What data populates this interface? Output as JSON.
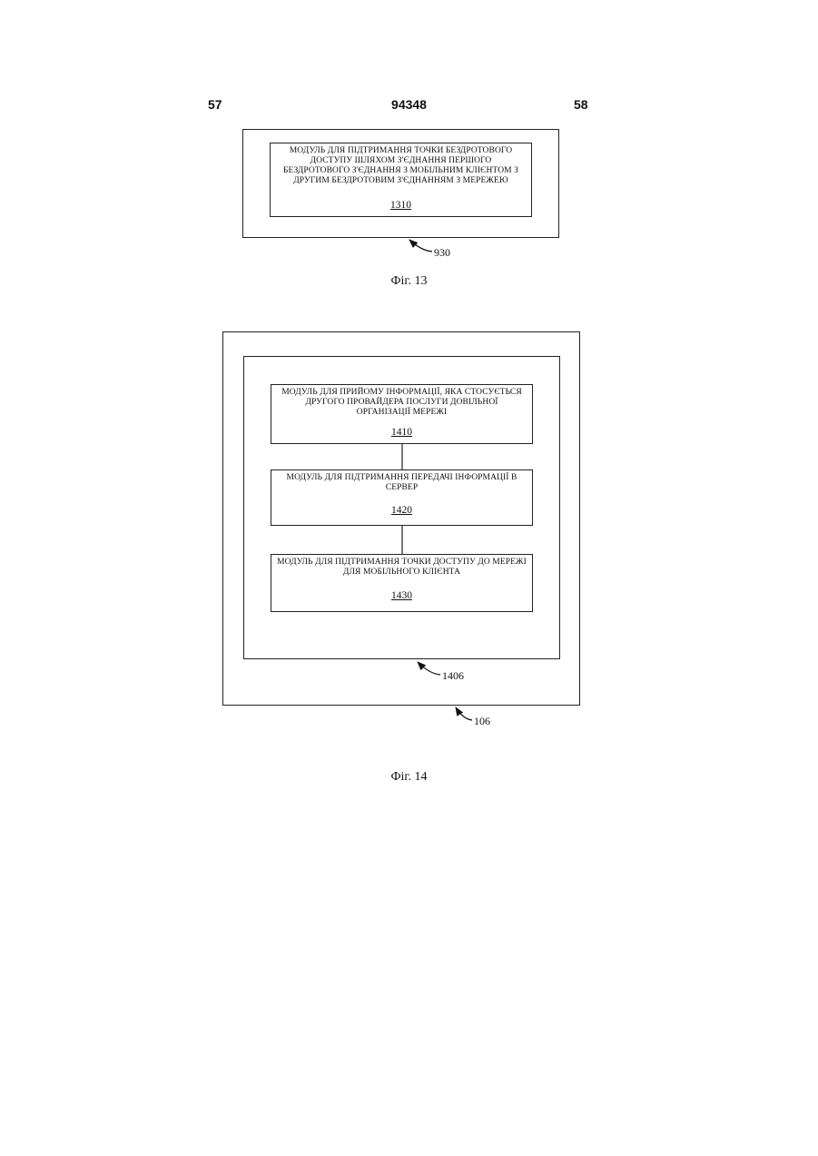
{
  "page_header": {
    "left_number": "57",
    "document_number": "94348",
    "right_number": "58"
  },
  "figure13": {
    "caption": "Фіг. 13",
    "container_ref": "930",
    "module": {
      "text": "МОДУЛЬ ДЛЯ ПІДТРИМАННЯ ТОЧКИ БЕЗДРОТОВОГО ДОСТУПУ ШЛЯХОМ З'ЄДНАННЯ ПЕРШОГО БЕЗДРОТОВОГО З'ЄДНАННЯ З МОБІЛЬНИМ КЛІЄНТОМ З ДРУГИМ БЕЗДРОТОВИМ З'ЄДНАННЯМ З МЕРЕЖЕЮ",
      "number": "1310"
    }
  },
  "figure14": {
    "caption": "Фіг. 14",
    "outer_ref": "106",
    "inner_ref": "1406",
    "modules": [
      {
        "text": "МОДУЛЬ ДЛЯ ПРИЙОМУ ІНФОРМАЦІЇ, ЯКА СТОСУЄТЬСЯ ДРУГОГО ПРОВАЙДЕРА ПОСЛУГИ ДОВІЛЬНОЇ ОРГАНІЗАЦІЇ МЕРЕЖІ",
        "number": "1410"
      },
      {
        "text": "МОДУЛЬ ДЛЯ ПІДТРИМАННЯ ПЕРЕДАЧІ ІНФОРМАЦІЇ В СЕРВЕР",
        "number": "1420"
      },
      {
        "text": "МОДУЛЬ ДЛЯ ПІДТРИМАННЯ ТОЧКИ ДОСТУПУ ДО МЕРЕЖІ ДЛЯ МОБІЛЬНОГО КЛІЄНТА",
        "number": "1430"
      }
    ]
  }
}
